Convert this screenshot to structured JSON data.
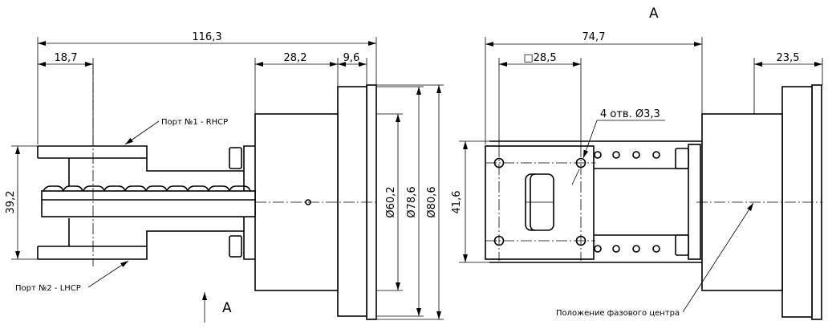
{
  "side_view": {
    "dims": {
      "overall_length": "116,3",
      "port_offset": "18,7",
      "body_length": "28,2",
      "flange_thickness": "9,6",
      "port_spacing": "39,2",
      "dia_body": "Ø60,2",
      "dia_flange": "Ø78,6",
      "dia_plate": "Ø80,6"
    },
    "labels": {
      "port1": "Порт №1 - RHCP",
      "port2": "Порт №2 - LHCP",
      "view_marker": "A"
    }
  },
  "view_a": {
    "title": "A",
    "dims": {
      "overall_length": "74,7",
      "flange_square": "□28,5",
      "phase_center_offset": "23,5",
      "flange_height": "41,6"
    },
    "labels": {
      "holes": "4 отв. Ø3,3",
      "phase_center": "Положение фазового центра"
    }
  }
}
